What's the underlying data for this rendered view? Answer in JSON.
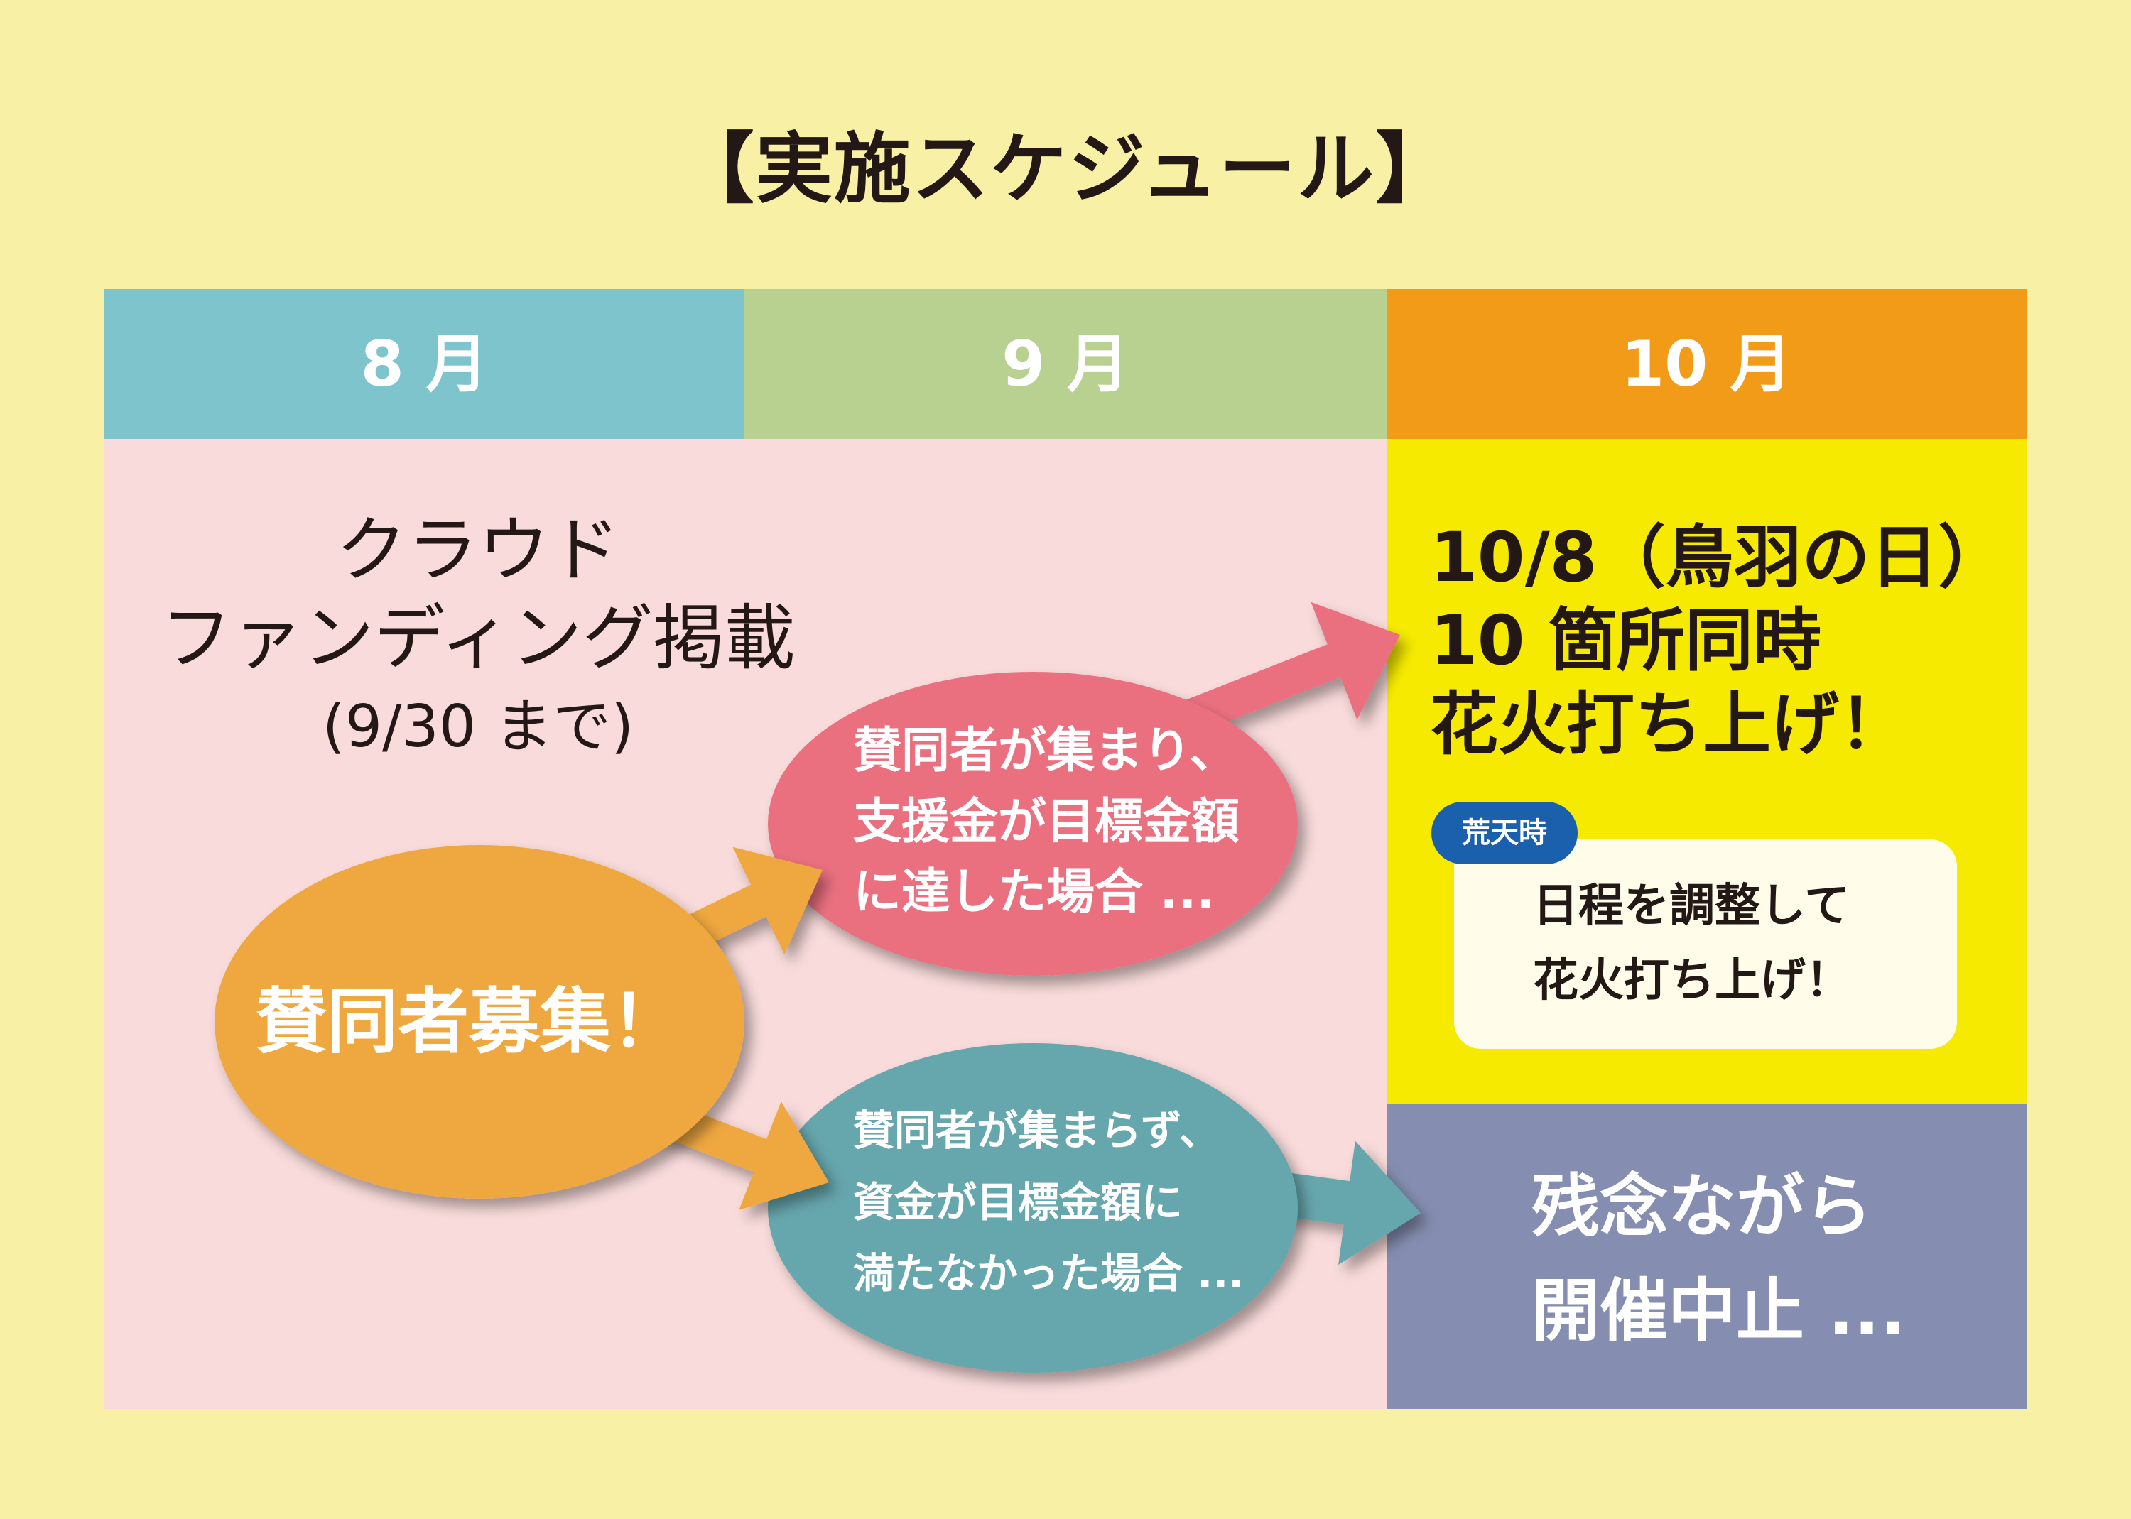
{
  "title": "【実施スケジュール】",
  "months": [
    {
      "label": "8 月"
    },
    {
      "label": "9 月"
    },
    {
      "label": "10 月"
    }
  ],
  "crowdfunding": {
    "line1": "クラウド",
    "line2": "ファンディング掲載",
    "period": "(9/30 まで)"
  },
  "recruit": "賛同者募集！",
  "success_lines": [
    "賛同者が集まり、",
    "支援金が目標金額",
    "に達した場合 ..."
  ],
  "failure_lines": [
    "賛同者が集まらず、",
    "資金が目標金額に",
    "満たなかった場合 ..."
  ],
  "fireworks_lines": [
    "10/8（鳥羽の日）",
    "10 箇所同時",
    "花火打ち上げ！"
  ],
  "rain": {
    "badge": "荒天時",
    "lines": [
      "日程を調整して",
      "花火打ち上げ！"
    ]
  },
  "cancel_lines": [
    "残念ながら",
    "開催中止 ..."
  ],
  "colors": {
    "background": "#F8F1A5",
    "month_aug": "#7DC4CC",
    "month_sep": "#B8D190",
    "month_oct": "#F19B18",
    "planning_area": "#F8DBDA",
    "fireworks_area": "#F6EB00",
    "cancel_area": "#858EB0",
    "recruit": "#EFA83F",
    "success": "#EA707F",
    "failure": "#66A6AD",
    "rain_badge": "#1B60AC",
    "rain_box": "#FFFDEA",
    "text_dark": "#231815"
  }
}
